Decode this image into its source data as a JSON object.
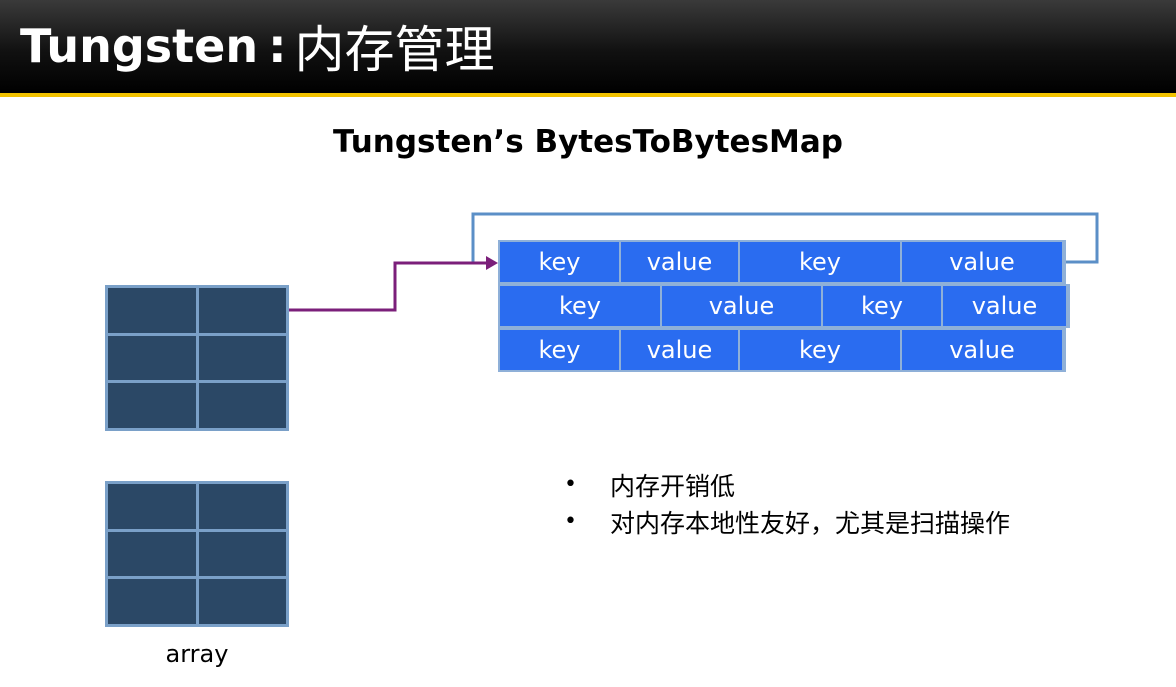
{
  "header": {
    "title_en": "Tungsten",
    "title_sep": ":",
    "title_cn": "内存管理",
    "accent_color": "#f2c200"
  },
  "diagram": {
    "title": "Tungsten’s BytesToBytesMap",
    "array_label": "array",
    "map_rows": [
      [
        "key",
        "value",
        "key",
        "value"
      ],
      [
        "key",
        "value",
        "key",
        "value"
      ],
      [
        "key",
        "value",
        "key",
        "value"
      ]
    ],
    "cell_color": "#2a6cf0",
    "array_color": "#2b4866",
    "connector_color": "#7b1f7a",
    "loop_color": "#5b8fc7"
  },
  "bullets": {
    "marker": "•",
    "items": [
      "内存开销低",
      "对内存本地性友好，尤其是扫描操作"
    ]
  }
}
